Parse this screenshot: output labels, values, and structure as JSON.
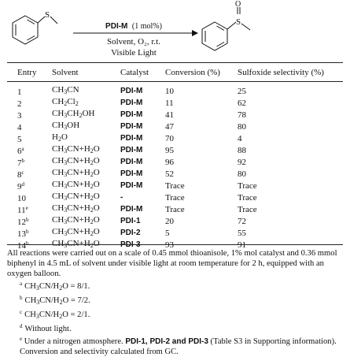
{
  "scheme": {
    "catalyst": "PDI-M",
    "loading": "(1 mol%)",
    "line2": "Solvent, O₂, r.t.",
    "line3": "Visible Light",
    "reactant_atom": "S",
    "product_atom": "S",
    "product_oxygen": "O"
  },
  "table": {
    "headers": [
      "Entry",
      "Solvent",
      "Catalyst",
      "Conversion (%)",
      "Sulfoxide selectivity (%)"
    ],
    "rows": [
      {
        "entry": "1",
        "mark": "",
        "solvent": "CH3CN",
        "catalyst": "PDI-M",
        "conversion": "10",
        "selectivity": "25"
      },
      {
        "entry": "2",
        "mark": "",
        "solvent": "CH2Cl2",
        "catalyst": "PDI-M",
        "conversion": "11",
        "selectivity": "62"
      },
      {
        "entry": "3",
        "mark": "",
        "solvent": "CH3CH2OH",
        "catalyst": "PDI-M",
        "conversion": "41",
        "selectivity": "78"
      },
      {
        "entry": "4",
        "mark": "",
        "solvent": "CH3OH",
        "catalyst": "PDI-M",
        "conversion": "47",
        "selectivity": "80"
      },
      {
        "entry": "5",
        "mark": "",
        "solvent": "H2O",
        "catalyst": "PDI-M",
        "conversion": "70",
        "selectivity": "4"
      },
      {
        "entry": "6",
        "mark": "a",
        "solvent": "CH3CN+H2O",
        "catalyst": "PDI-M",
        "conversion": "95",
        "selectivity": "88"
      },
      {
        "entry": "7",
        "mark": "b",
        "solvent": "CH3CN+H2O",
        "catalyst": "PDI-M",
        "conversion": "96",
        "selectivity": "92"
      },
      {
        "entry": "8",
        "mark": "c",
        "solvent": "CH3CN+H2O",
        "catalyst": "PDI-M",
        "conversion": "52",
        "selectivity": "80"
      },
      {
        "entry": "9",
        "mark": "d",
        "solvent": "CH3CN+H2O",
        "catalyst": "PDI-M",
        "conversion": "Trace",
        "selectivity": "Trace"
      },
      {
        "entry": "10",
        "mark": "",
        "solvent": "CH3CN+H2O",
        "catalyst": "-",
        "conversion": "Trace",
        "selectivity": "Trace"
      },
      {
        "entry": "11",
        "mark": "e",
        "solvent": "CH3CN+H2O",
        "catalyst": "PDI-M",
        "conversion": "Trace",
        "selectivity": "Trace"
      },
      {
        "entry": "12",
        "mark": "b",
        "solvent": "CH3CN+H2O",
        "catalyst": "PDI-1",
        "conversion": "20",
        "selectivity": "72"
      },
      {
        "entry": "13",
        "mark": "b",
        "solvent": "CH3CN+H2O",
        "catalyst": "PDI-2",
        "conversion": "5",
        "selectivity": "55"
      },
      {
        "entry": "14",
        "mark": "b",
        "solvent": "CH3CN+H2O",
        "catalyst": "PDI-3",
        "conversion": "93",
        "selectivity": "91"
      }
    ]
  },
  "notes": {
    "general": "All reactions were carried out on a scale of 0.45 mmol thioanisole, 1% mol catalyst and 0.36 mmol biphenyl in 4.5 mL of solvent under visible light at room temperature for 2 h, equipped with an oxygen balloon.",
    "footnotes": [
      {
        "mark": "a",
        "text": "CH3CN/H2O = 8/1."
      },
      {
        "mark": "b",
        "text": "CH3CN/H2O = 7/2."
      },
      {
        "mark": "c",
        "text": "CH3CN/H2O = 2/1."
      },
      {
        "mark": "d",
        "text": "Without light."
      }
    ],
    "footnote_e": {
      "mark": "e",
      "lead": "Under a nitrogen atmosphere. ",
      "catalysts": "PDI-1, PDI-2 and PDI-3",
      "tail": " (Table S3 in Supporting information). Conversion and selectivity calculated from GC."
    }
  }
}
